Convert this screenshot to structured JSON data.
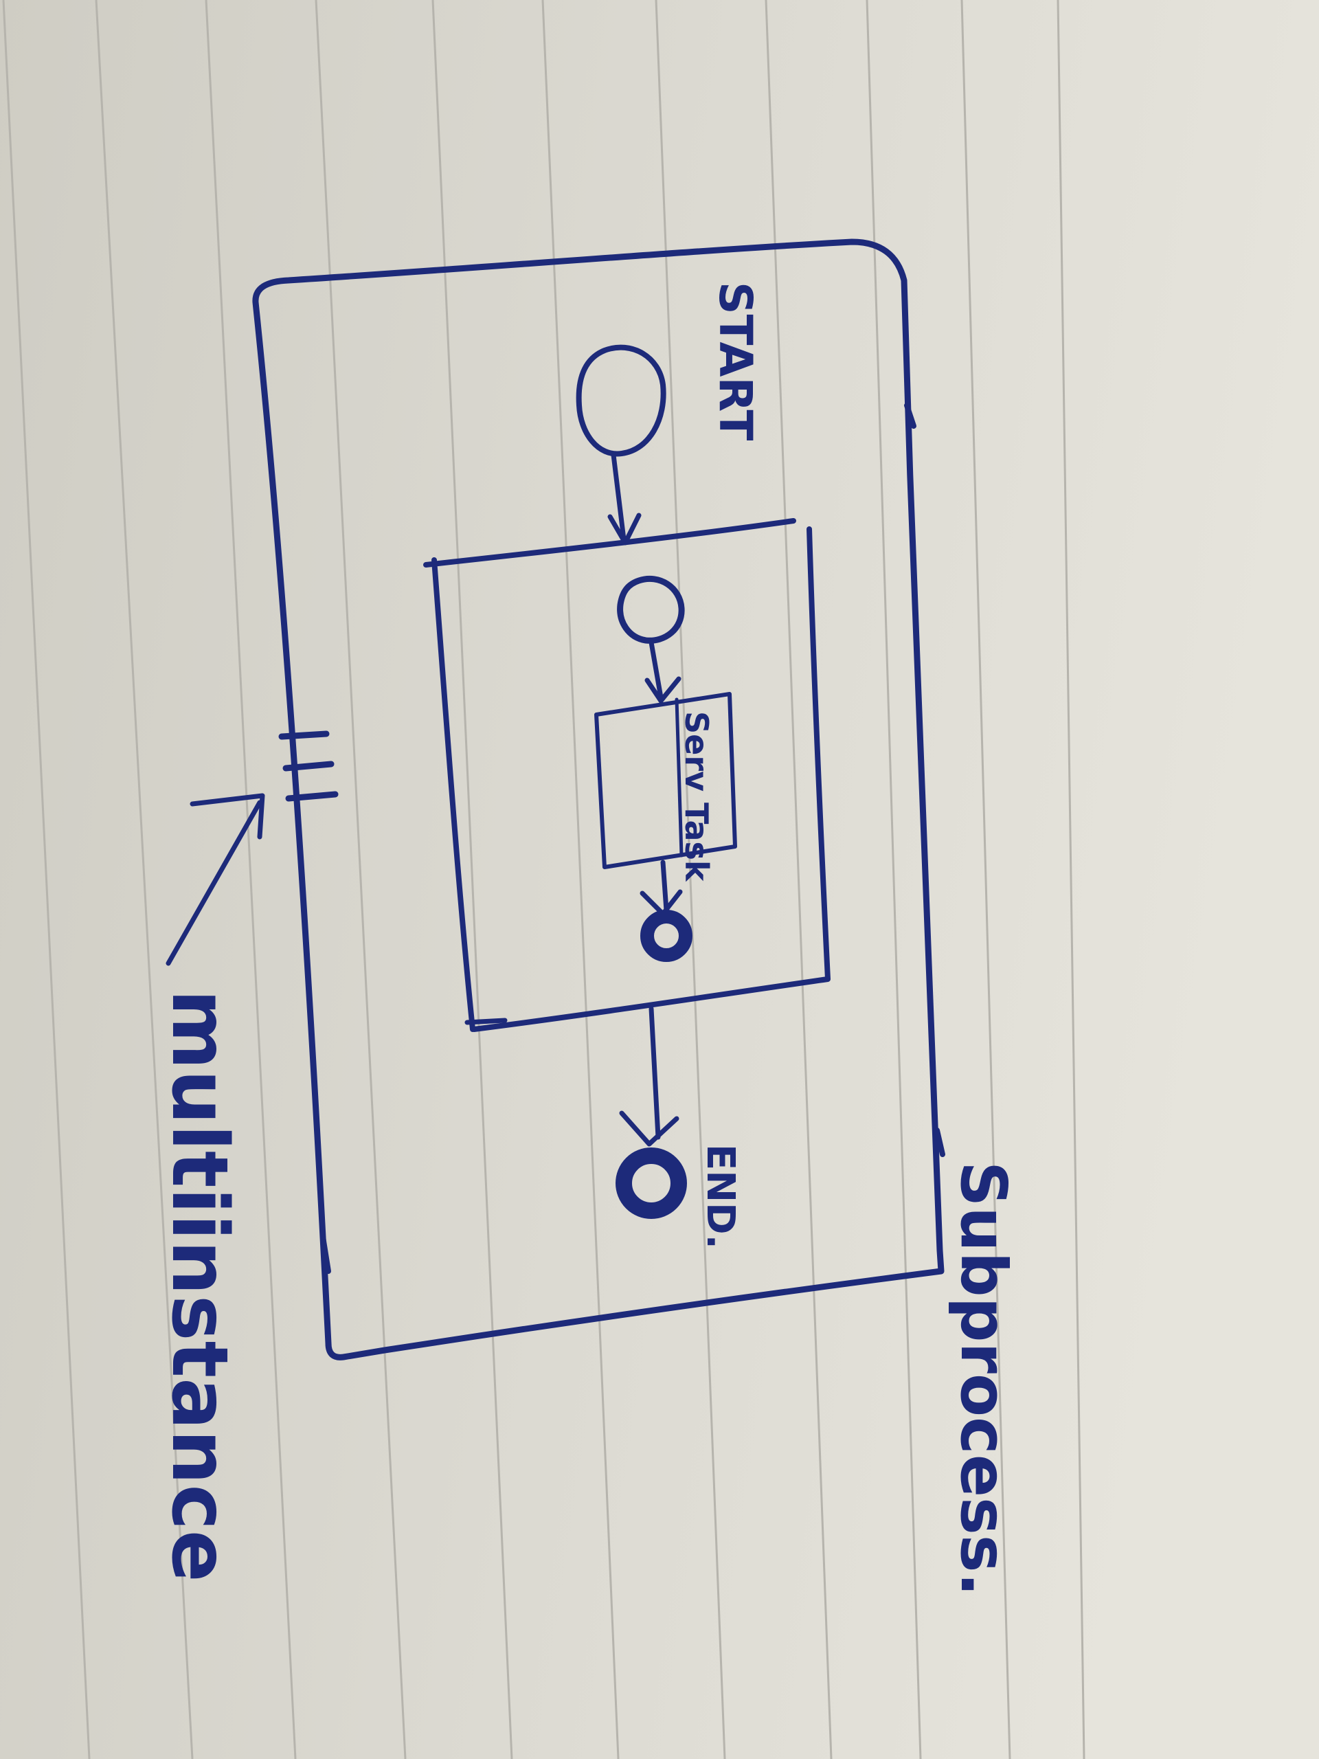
{
  "colors": {
    "paper": "#dcdad1",
    "paper_shade": "#cfccc2",
    "rule_line": "#b6b4ad",
    "ink": "#1d2a7a"
  },
  "labels": {
    "start": "START",
    "task": "Serv Task",
    "end": "END.",
    "subprocess": "Subprocess.",
    "multiinstance": "multiinstance"
  },
  "markers": {
    "multi_instance": "parallel-bars-icon"
  }
}
